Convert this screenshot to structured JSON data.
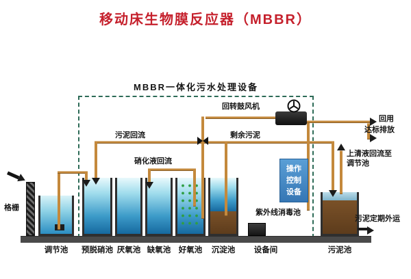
{
  "title": "移动床生物膜反应器（MBBR）",
  "diagram": {
    "box_label": "MBBR一体化污水处理设备",
    "tanks": [
      {
        "name": "调节池"
      },
      {
        "name": "预脱硝池"
      },
      {
        "name": "厌氧池"
      },
      {
        "name": "缺氧池"
      },
      {
        "name": "好氧池"
      },
      {
        "name": "沉淀池"
      },
      {
        "name": "设备间"
      },
      {
        "name": "污泥池"
      }
    ],
    "labels": {
      "grid_screen": "格栅",
      "sludge_return": "污泥回流",
      "nitrified_return": "硝化液回流",
      "blower": "回转鼓风机",
      "excess_sludge": "剩余污泥",
      "reuse": "回用",
      "discharge": "达标排放",
      "supernatant_return": "上清液回流至调节池",
      "sludge_hauling": "污泥定期外运",
      "uv_pool": "紫外线消毒池",
      "control_equipment": "操作控制设备"
    }
  },
  "colors": {
    "title_red": "#c5202c",
    "pipe_orange": "#c4893c",
    "water_blue": "#1878b4",
    "sludge_brown": "#6b4423",
    "control_blue": "#3f86c7",
    "boundary_green": "#2d6b57",
    "ground_gray": "#4a4a4a"
  }
}
